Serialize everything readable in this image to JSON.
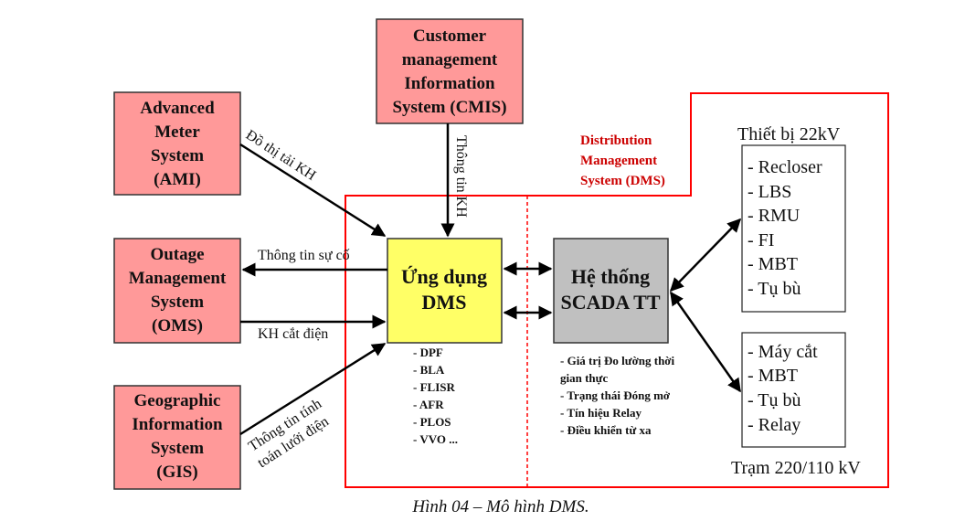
{
  "external_systems": {
    "ami": {
      "lines": [
        "Advanced",
        "Meter",
        "System",
        "(AMI)"
      ]
    },
    "cmis": {
      "lines": [
        "Customer",
        "management",
        "Information",
        "System (CMIS)"
      ]
    },
    "oms": {
      "lines": [
        "Outage",
        "Management",
        "System",
        "(OMS)"
      ]
    },
    "gis": {
      "lines": [
        "Geographic",
        "Information",
        "System",
        "(GIS)"
      ]
    }
  },
  "flows": {
    "ami_to_dms": "Đồ thị tải KH",
    "cmis_to_dms": "Thông tin KH",
    "dms_to_oms": "Thông tin sự cố",
    "oms_to_dms": "KH cắt điện",
    "gis_to_dms_line1": "Thông tin tính",
    "gis_to_dms_line2": "toán lưới điện"
  },
  "dms_boundary": {
    "title_lines": [
      "Distribution",
      "Management",
      "System (DMS)"
    ],
    "color": "#cc0000"
  },
  "dms_app": {
    "lines": [
      "Ứng dụng",
      "DMS"
    ],
    "functions": [
      "- DPF",
      "- BLA",
      "- FLISR",
      "- AFR",
      "- PLOS",
      "- VVO ..."
    ]
  },
  "scada": {
    "lines": [
      "Hệ thống",
      "SCADA TT"
    ],
    "data_items": [
      "- Giá trị Đo lường thời",
      "gian thực",
      "- Trạng thái Đóng mở",
      "- Tín hiệu Relay",
      "- Điều khiển từ xa"
    ]
  },
  "devices_22kv": {
    "label": "Thiết bị 22kV",
    "items": [
      "- Recloser",
      "- LBS",
      "- RMU",
      "- FI",
      "- MBT",
      "- Tụ bù"
    ]
  },
  "substation": {
    "label": "Trạm 220/110 kV",
    "items": [
      "- Máy cắt",
      "- MBT",
      "- Tụ bù",
      "- Relay"
    ]
  },
  "caption": "Hình 04 – Mô hình DMS."
}
